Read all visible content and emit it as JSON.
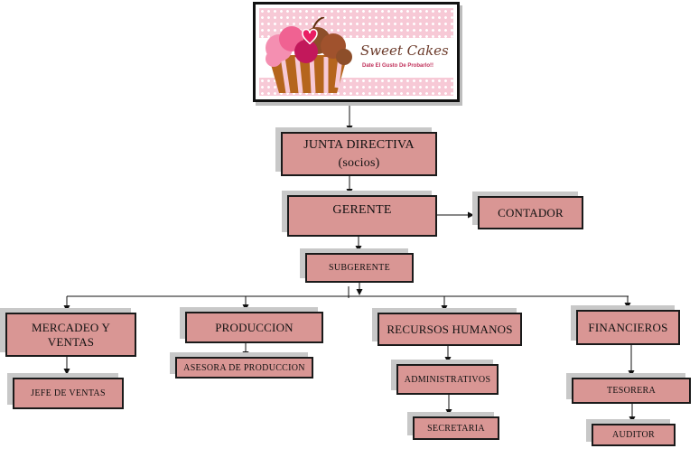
{
  "logo": {
    "brand": "Sweet Cakes",
    "tagline": "Date El Gusto De Probarlo!!",
    "image": "cupcake-logo"
  },
  "nodes": {
    "junta_line1": "JUNTA DIRECTIVA",
    "junta_line2": "(socios)",
    "gerente": "GERENTE",
    "contador": "CONTADOR",
    "subgerente": "SUBGERENTE",
    "mercadeo": "MERCADEO Y VENTAS",
    "produccion": "PRODUCCION",
    "rrhh": "RECURSOS HUMANOS",
    "financieros": "FINANCIEROS",
    "jefe_ventas": "JEFE DE VENTAS",
    "asesora_produccion": "ASESORA DE PRODUCCION",
    "administrativos": "ADMINISTRATIVOS",
    "secretaria": "SECRETARIA",
    "tesorera": "TESORERA",
    "auditor": "AUDITOR"
  },
  "colors": {
    "box_fill": "#d99694",
    "box_border": "#1a1a1a",
    "shadow": "#c8c8c8",
    "logo_pink": "#f7c9d6",
    "logo_brown": "#6b3a2a"
  }
}
